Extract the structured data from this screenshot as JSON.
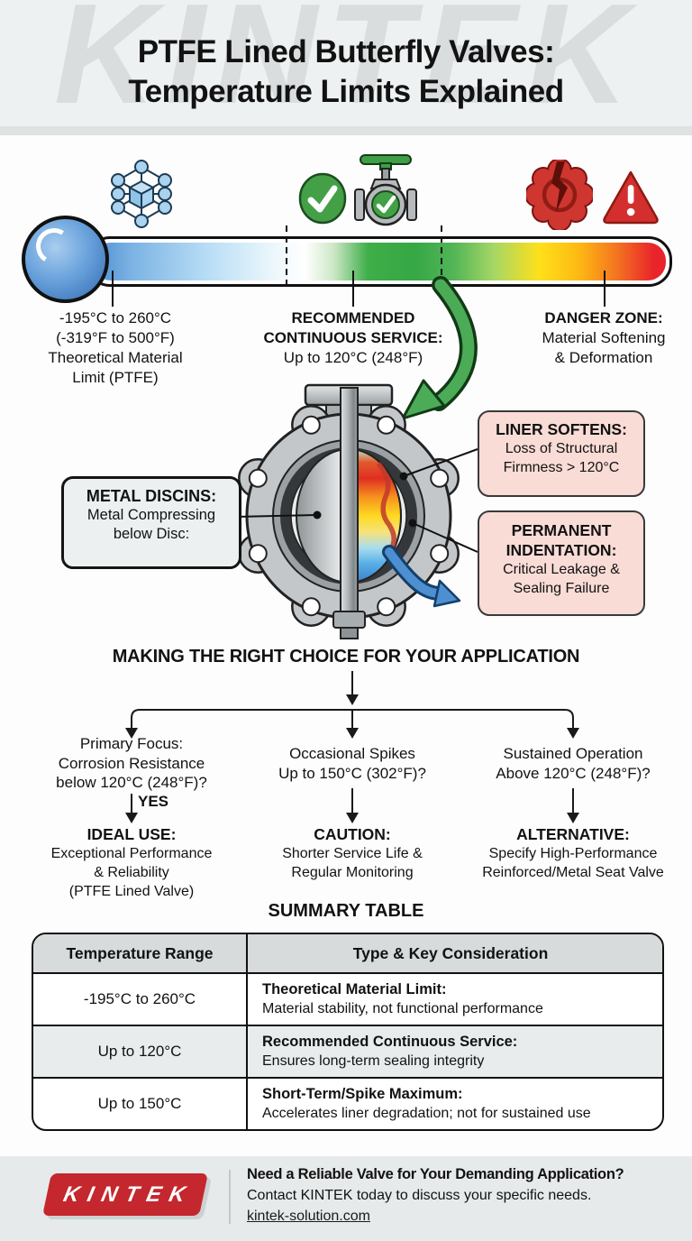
{
  "header": {
    "watermark": "KINTEK",
    "title_line1": "PTFE Lined Butterfly Valves:",
    "title_line2": "Temperature Limits Explained"
  },
  "scale": {
    "left": {
      "line1": "-195°C to 260°C",
      "line2": "(-319°F to 500°F)",
      "line3": "Theoretical Material",
      "line4": "Limit (PTFE)",
      "icon": "molecule-lattice"
    },
    "center": {
      "heading1": "RECOMMENDED",
      "heading2": "CONTINUOUS SERVICE:",
      "line1": "Up to 120°C (248°F)",
      "icons": [
        "check-circle",
        "valve-check"
      ]
    },
    "right": {
      "heading": "DANGER ZONE:",
      "line1": "Material Softening",
      "line2": "& Deformation",
      "icons": [
        "cracked-seal",
        "warning-triangle"
      ]
    }
  },
  "callouts": {
    "metal": {
      "heading": "METAL DISCINS:",
      "line1": "Metal Compressing",
      "line2": "below Disc:"
    },
    "liner": {
      "heading": "LINER SOFTENS:",
      "line1": "Loss of Structural",
      "line2": "Firmness > 120°C"
    },
    "indent": {
      "heading1": "PERMANENT",
      "heading2": "INDENTATION:",
      "line1": "Critical Leakage &",
      "line2": "Sealing Failure"
    }
  },
  "flow": {
    "title": "MAKING THE RIGHT CHOICE FOR YOUR APPLICATION",
    "branch1": {
      "q1": "Primary Focus:",
      "q2": "Corrosion Resistance",
      "q3": "below 120°C (248°F)?",
      "arrow_label": "YES",
      "answer_heading": "IDEAL USE:",
      "a1": "Exceptional Performance",
      "a2": "& Reliability",
      "a3": "(PTFE Lined Valve)"
    },
    "branch2": {
      "q1": "Occasional Spikes",
      "q2": "Up to 150°C (302°F)?",
      "answer_heading": "CAUTION:",
      "a1": "Shorter Service Life &",
      "a2": "Regular Monitoring"
    },
    "branch3": {
      "q1": "Sustained Operation",
      "q2": "Above 120°C (248°F)?",
      "answer_heading": "ALTERNATIVE:",
      "a1": "Specify High-Performance",
      "a2": "Reinforced/Metal Seat Valve"
    }
  },
  "table": {
    "title": "SUMMARY TABLE",
    "col1": "Temperature Range",
    "col2": "Type & Key Consideration",
    "rows": [
      {
        "range": "-195°C to 260°C",
        "type": "Theoretical Material Limit:",
        "note": "Material stability, not functional performance"
      },
      {
        "range": "Up to 120°C",
        "type": "Recommended Continuous Service:",
        "note": "Ensures long-term sealing integrity"
      },
      {
        "range": "Up to 150°C",
        "type": "Short-Term/Spike Maximum:",
        "note": "Accelerates liner degradation; not for sustained use"
      }
    ]
  },
  "footer": {
    "logo_text": "KINTEK",
    "heading": "Need a Reliable Valve for Your Demanding Application?",
    "line": "Contact KINTEK today to discuss your specific needs.",
    "link": "kintek-solution.com"
  },
  "colors": {
    "zone_green": "#3fae49",
    "zone_yellow": "#ffe01a",
    "zone_red": "#e8232a",
    "cold_blue": "#4d8fd1",
    "danger_icon_red": "#cf3630",
    "callout_pink": "#f9dcd6",
    "logo_red": "#c4272e"
  }
}
